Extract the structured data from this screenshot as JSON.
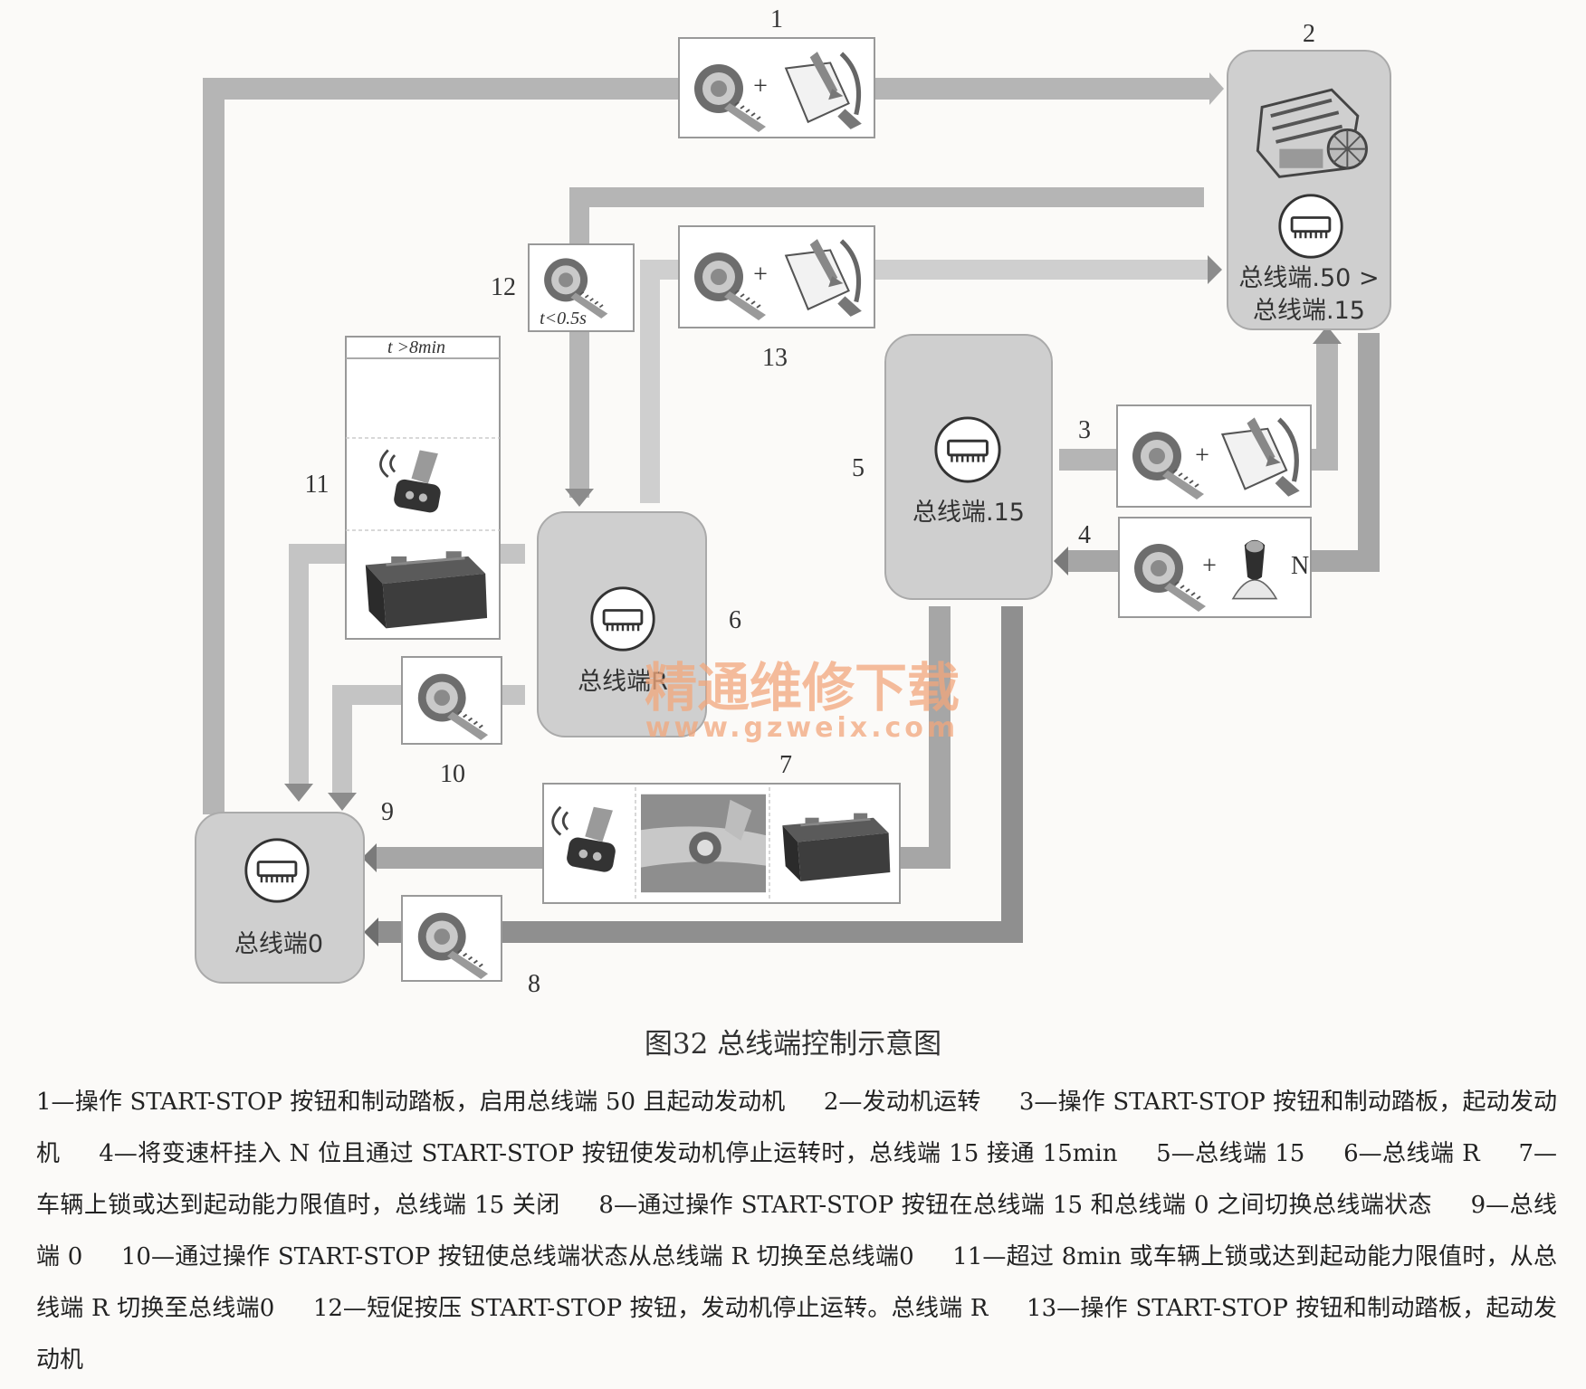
{
  "diagram": {
    "numbers": {
      "n1": "1",
      "n2": "2",
      "n3": "3",
      "n4": "4",
      "n5": "5",
      "n6": "6",
      "n7": "7",
      "n8": "8",
      "n9": "9",
      "n10": "10",
      "n11": "11",
      "n12": "12",
      "n13": "13"
    },
    "states": {
      "s2_line1": "总线端.50 >",
      "s2_line2": "总线端.15",
      "s5": "总线端.15",
      "s6": "总线端R",
      "s9": "总线端0"
    },
    "labels": {
      "t_short": "t<0.5s",
      "t_long": "t >8min",
      "neutral": "N",
      "plus": "+"
    },
    "watermark": {
      "line1": "精通维修下载",
      "line2": "www.gzweix.com"
    }
  },
  "caption": {
    "title": "图32  总线端控制示意图",
    "legend": [
      "1—操作 START-STOP 按钮和制动踏板，启用总线端 50 且起动发动机",
      "2—发动机运转",
      "3—操作 START-STOP 按钮和制动踏板，起动发动机",
      "4—将变速杆挂入 N 位且通过 START-STOP 按钮使发动机停止运转时，总线端 15 接通 15min",
      "5—总线端 15",
      "6—总线端 R",
      "7—车辆上锁或达到起动能力限值时，总线端 15 关闭",
      "8—通过操作 START-STOP 按钮在总线端 15 和总线端 0 之间切换总线端状态",
      "9—总线端 0",
      "10—通过操作 START-STOP 按钮使总线端状态从总线端 R 切换至总线端0",
      "11—超过 8min 或车辆上锁或达到起动能力限值时，从总线端 R 切换至总线端0",
      "12—短促按压 START-STOP 按钮，发动机停止运转。总线端 R",
      "13—操作 START-STOP 按钮和制动踏板，起动发动机"
    ]
  }
}
